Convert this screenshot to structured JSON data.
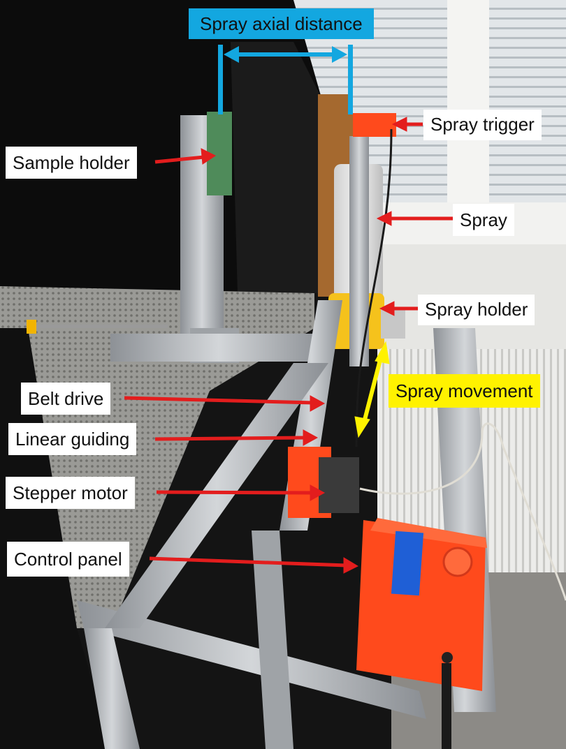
{
  "labels": {
    "spray_axial_distance": "Spray axial distance",
    "spray_trigger": "Spray trigger",
    "sample_holder": "Sample holder",
    "spray": "Spray",
    "spray_holder": "Spray holder",
    "belt_drive": "Belt drive",
    "spray_movement": "Spray movement",
    "linear_guiding": "Linear guiding",
    "stepper_motor": "Stepper motor",
    "control_panel": "Control panel"
  },
  "colors": {
    "arrow_red": "#e31d1d",
    "dimension_blue": "#13a7e0",
    "movement_yellow": "#fff200",
    "housing_orange": "#ff4a1c",
    "lcd_blue": "#1f5fd6",
    "aluminium": "#b8bcc0"
  },
  "icons": {
    "dimension_arrow": "double-headed-arrow",
    "callout_arrow": "arrow-right"
  }
}
